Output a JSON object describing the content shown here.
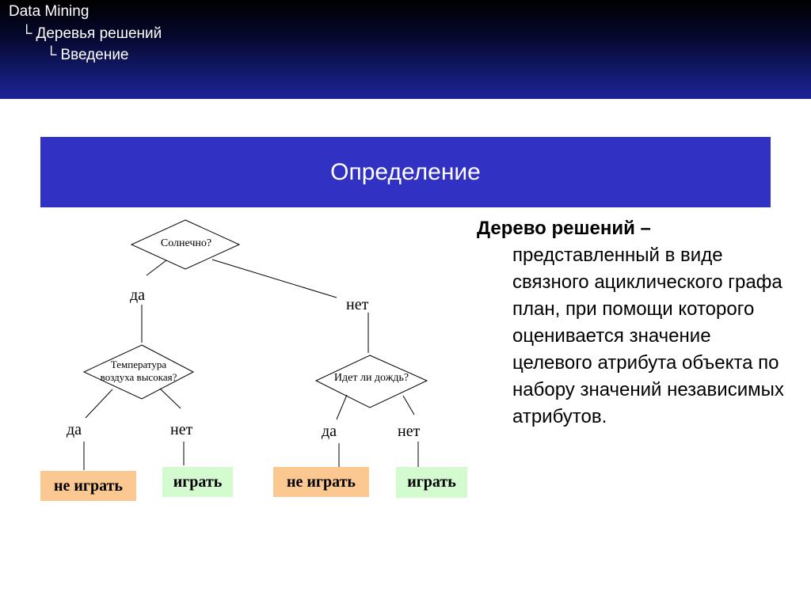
{
  "header": {
    "breadcrumb": [
      "Data Mining",
      "Деревья решений",
      "Введение"
    ],
    "corner_glyph": "└"
  },
  "slide_title": "Определение",
  "tree": {
    "root": {
      "question": "Солнечно?",
      "yes_label": "да",
      "no_label": "нет"
    },
    "left_node": {
      "question_line1": "Температура",
      "question_line2": "воздуха высокая?",
      "yes_label": "да",
      "no_label": "нет",
      "yes_leaf": "не играть",
      "no_leaf": "играть"
    },
    "right_node": {
      "question": "Идет ли дождь?",
      "yes_label": "да",
      "no_label": "нет",
      "yes_leaf": "не играть",
      "no_leaf": "играть"
    },
    "colors": {
      "negative_leaf": "#fbc892",
      "positive_leaf": "#d4fbd0"
    }
  },
  "definition": {
    "term": "Дерево решений –",
    "body": "представленный в виде связного ациклического графа план, при помощи которого оценивается значение целевого атрибута объекта по набору значений независимых атрибутов."
  }
}
